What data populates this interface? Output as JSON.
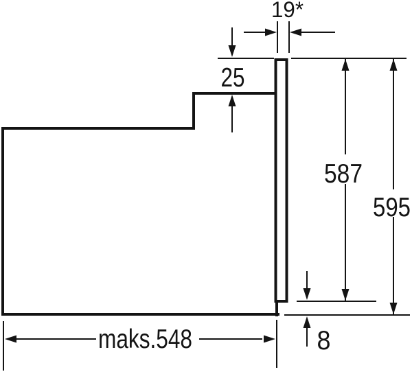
{
  "diagram": {
    "background": "#ffffff",
    "line_color": "#141414",
    "labels": {
      "frame_thickness": "19*",
      "top_clearance": "25",
      "frame_height": "587",
      "overall_height": "595",
      "max_depth": "maks.548",
      "bottom_overhang": "8"
    }
  }
}
